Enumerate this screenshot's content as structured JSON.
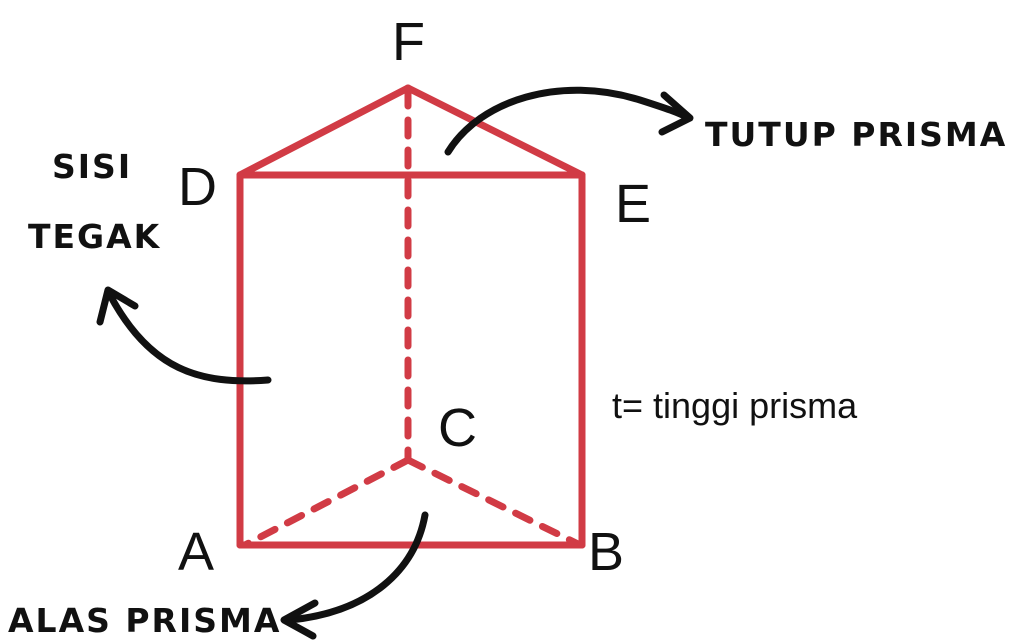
{
  "vertices": {
    "A": "A",
    "B": "B",
    "C": "C",
    "D": "D",
    "E": "E",
    "F": "F"
  },
  "annotations": {
    "top": "TUTUP PRISMA",
    "side_line1": "SISI",
    "side_line2": "TEGAK",
    "base": "ALAS PRISMA",
    "height": "t= tinggi prisma"
  },
  "colors": {
    "prism_edge": "#d13b45",
    "ink": "#111111"
  }
}
